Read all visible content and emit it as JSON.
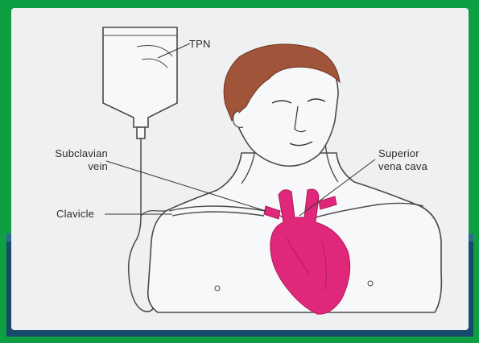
{
  "labels": {
    "tpn": "TPN",
    "subclavian_line1": "Subclavian",
    "subclavian_line2": "vein",
    "clavicle": "Clavicle",
    "svc_line1": "Superior",
    "svc_line2": "vena cava"
  },
  "colors": {
    "frame": "#0f9f43",
    "background": "#eef0f2",
    "heart": "#e0287a",
    "hair": "#a0553a",
    "skin_outline": "#4a4a4a",
    "slide_band": "#1a4a6b"
  }
}
